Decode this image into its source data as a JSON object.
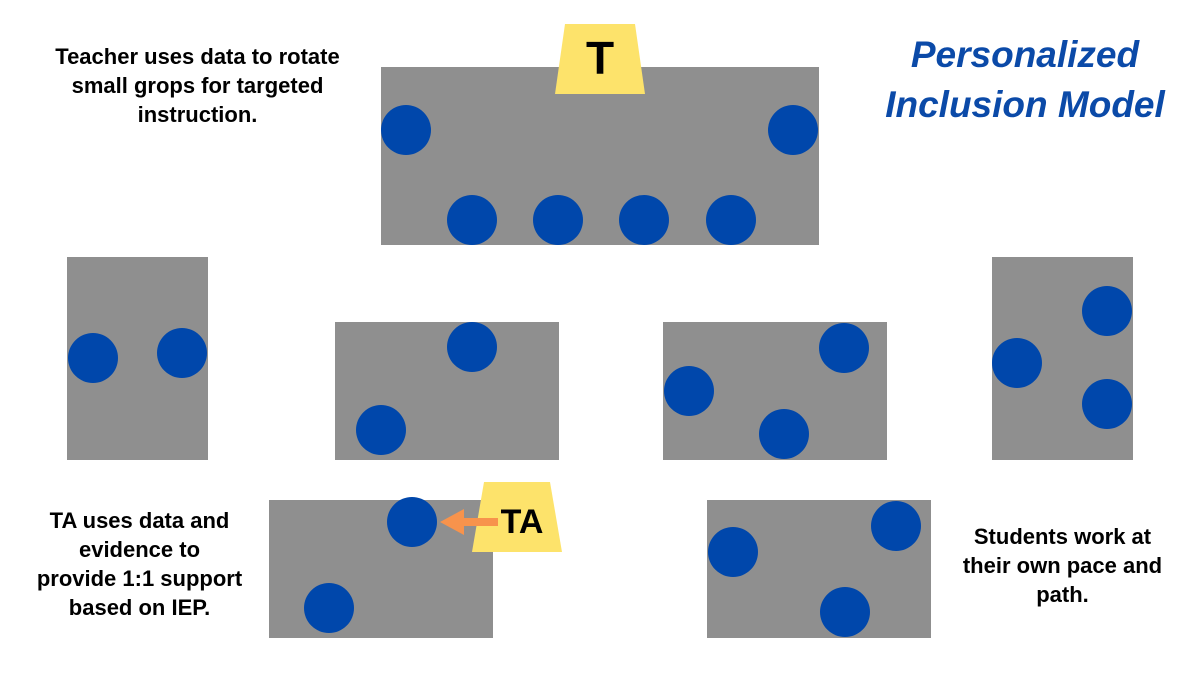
{
  "title": {
    "line1": "Personalized",
    "line2": "Inclusion Model",
    "color": "#0b4aa8"
  },
  "teacher": {
    "badge_label": "T",
    "caption_lines": [
      "Teacher uses data to rotate",
      "small grops for targeted",
      "instruction."
    ]
  },
  "ta": {
    "badge_label": "TA",
    "caption_lines": [
      "TA uses data and",
      "evidence to",
      "provide 1:1 support",
      "based on IEP."
    ]
  },
  "students": {
    "caption_lines": [
      "Students work at",
      "their own pace and",
      "path."
    ]
  },
  "colors": {
    "table": "#8f8f8f",
    "student": "#0047ab",
    "badge": "#fde36b",
    "arrow": "#f7934c"
  }
}
